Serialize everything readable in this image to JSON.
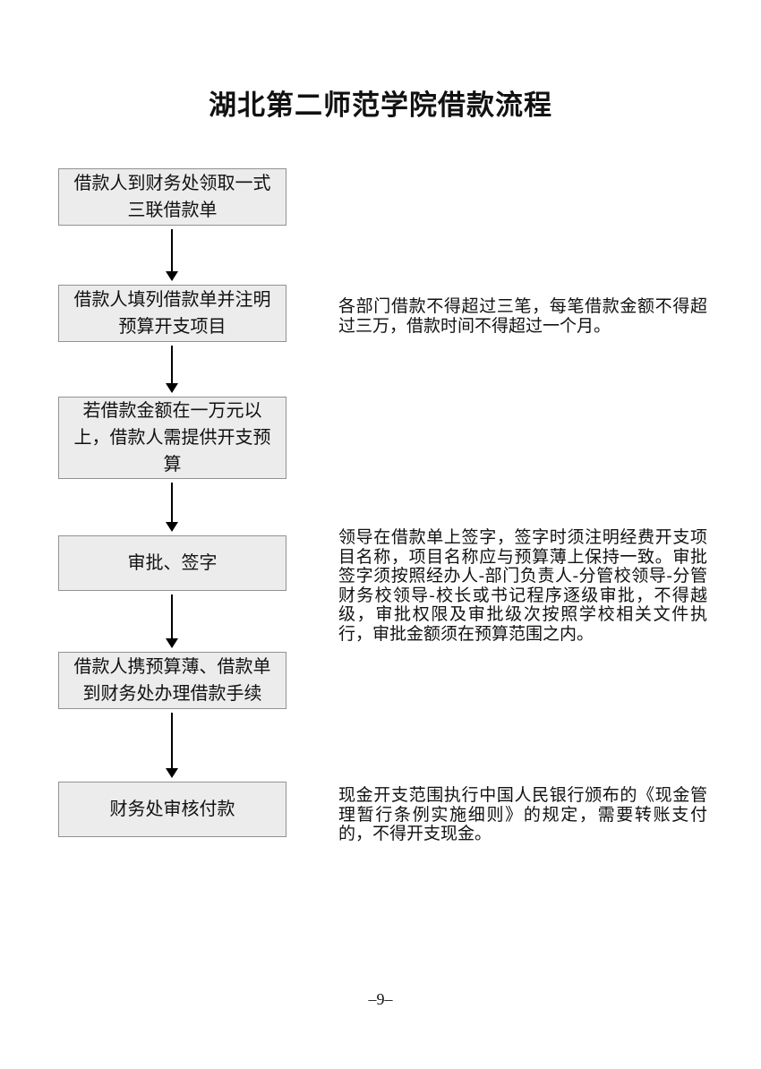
{
  "document": {
    "title": "湖北第二师范学院借款流程",
    "page_number": "–9–"
  },
  "colors": {
    "page_background": "#ffffff",
    "box_fill": "#ececec",
    "box_border": "#929292",
    "text": "#111111"
  },
  "flowchart": {
    "connector_icon": "down-arrow",
    "steps": [
      {
        "label": "借款人到财务处领取一式三联借款单"
      },
      {
        "label": "借款人填列借款单并注明预算开支项目"
      },
      {
        "label": "若借款金额在一万元以上，借款人需提供开支预算"
      },
      {
        "label": "审批、签字"
      },
      {
        "label": "借款人携预算薄、借款单到财务处办理借款手续"
      },
      {
        "label": "财务处审核付款"
      }
    ]
  },
  "annotations": [
    {
      "text": "各部门借款不得超过三笔，每笔借款金额不得超过三万，借款时间不得超过一个月。"
    },
    {
      "text": "领导在借款单上签字，签字时须注明经费开支项目名称，项目名称应与预算薄上保持一致。审批签字须按照经办人-部门负责人-分管校领导-分管财务校领导-校长或书记程序逐级审批，不得越级，审批权限及审批级次按照学校相关文件执行，审批金额须在预算范围之内。"
    },
    {
      "text": "现金开支范围执行中国人民银行颁布的《现金管理暂行条例实施细则》的规定，需要转账支付的，不得开支现金。"
    }
  ]
}
